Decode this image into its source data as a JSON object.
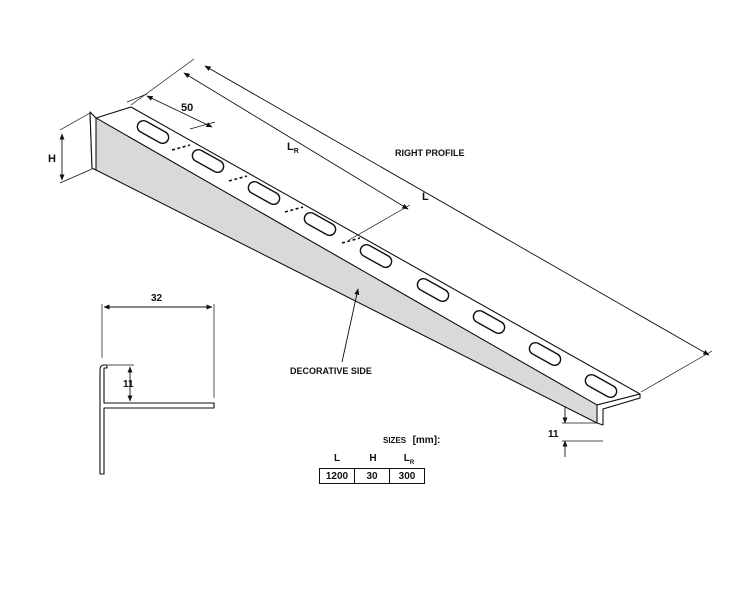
{
  "labels": {
    "right_profile": "RIGHT PROFILE",
    "decorative_side": "DECORATIVE SIDE",
    "dim_H": "H",
    "dim_50": "50",
    "dim_LR_main": "L",
    "dim_LR_sub": "R",
    "dim_L": "L",
    "dim_11_bottom": "11",
    "dim_32": "32",
    "dim_11_profile": "11"
  },
  "sizes_table": {
    "caption": "SIZES",
    "unit": "[mm]:",
    "headers": [
      {
        "main": "L",
        "sub": ""
      },
      {
        "main": "H",
        "sub": ""
      },
      {
        "main": "L",
        "sub": "R"
      }
    ],
    "rows": [
      [
        "1200",
        "30",
        "300"
      ]
    ]
  },
  "colors": {
    "line": "#111111",
    "face_shade": "#d9d9d9",
    "background": "#ffffff"
  }
}
